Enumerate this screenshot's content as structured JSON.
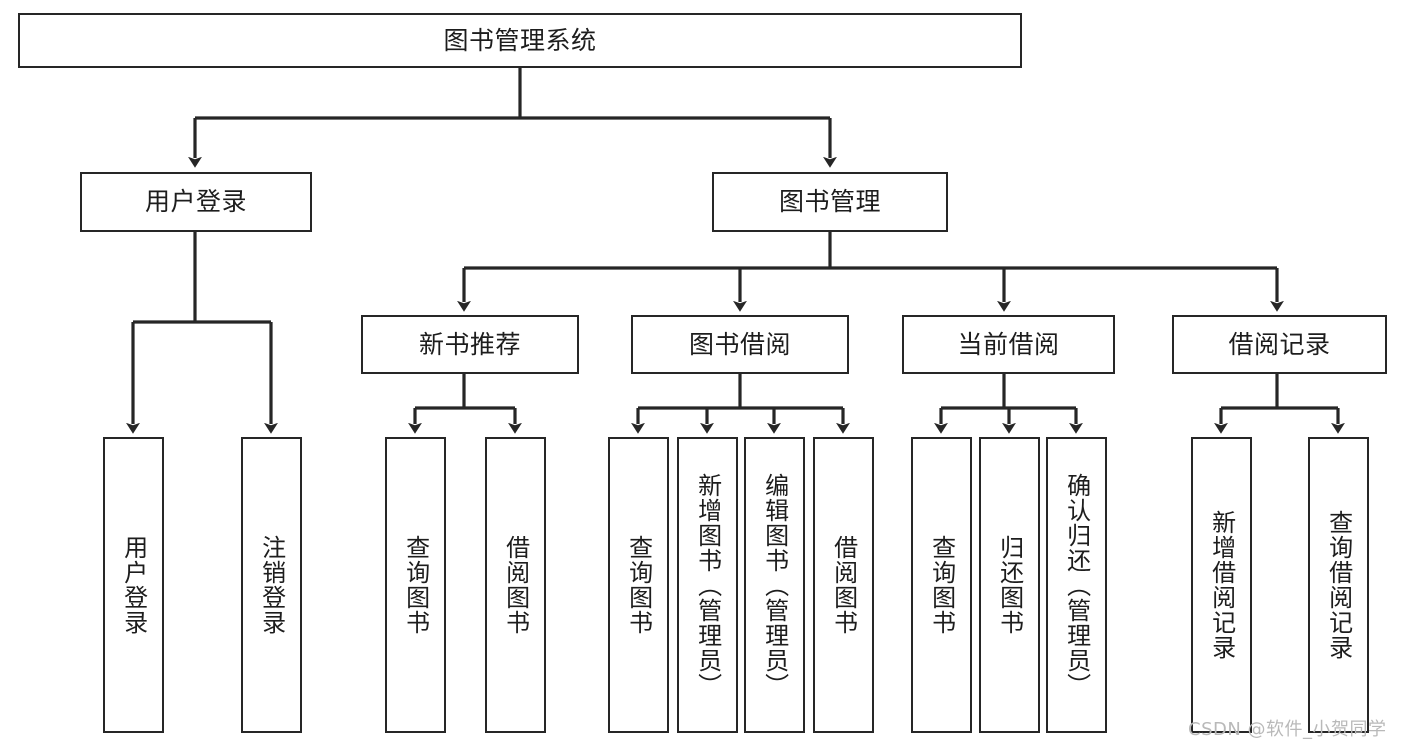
{
  "diagram": {
    "type": "tree",
    "title": "图书管理系统",
    "orientation": "top-down",
    "colors": {
      "box_border": "#262626",
      "box_fill": "#ffffff",
      "edge": "#262626",
      "text": "#1d1d1d",
      "watermark": "#b9b9b9"
    },
    "levels": {
      "level1": "root",
      "level2": "modules",
      "level3": "submodules",
      "level4": "leaf-functions"
    }
  },
  "nodes": {
    "root": {
      "id": "root",
      "label": "图书管理系统",
      "level": 1,
      "orientation": "horizontal"
    },
    "level2": [
      {
        "id": "user-login",
        "label": "用户登录",
        "level": 2,
        "orientation": "horizontal",
        "parent": "root"
      },
      {
        "id": "book-management",
        "label": "图书管理",
        "level": 2,
        "orientation": "horizontal",
        "parent": "root"
      }
    ],
    "level3": [
      {
        "id": "new-book-recommend",
        "label": "新书推荐",
        "level": 3,
        "orientation": "horizontal",
        "parent": "book-management"
      },
      {
        "id": "book-borrow",
        "label": "图书借阅",
        "level": 3,
        "orientation": "horizontal",
        "parent": "book-management"
      },
      {
        "id": "current-borrow",
        "label": "当前借阅",
        "level": 3,
        "orientation": "horizontal",
        "parent": "book-management"
      },
      {
        "id": "borrow-record",
        "label": "借阅记录",
        "level": 3,
        "orientation": "horizontal",
        "parent": "book-management"
      }
    ],
    "leaves": [
      {
        "id": "leaf-user-login",
        "label": "用户登录",
        "parent": "user-login",
        "orientation": "vertical"
      },
      {
        "id": "leaf-user-logout",
        "label": "注销登录",
        "parent": "user-login",
        "orientation": "vertical"
      },
      {
        "id": "leaf-query-book-1",
        "label": "查询图书",
        "parent": "new-book-recommend",
        "orientation": "vertical"
      },
      {
        "id": "leaf-borrow-book-1",
        "label": "借阅图书",
        "parent": "new-book-recommend",
        "orientation": "vertical"
      },
      {
        "id": "leaf-query-book-2",
        "label": "查询图书",
        "parent": "book-borrow",
        "orientation": "vertical"
      },
      {
        "id": "leaf-add-book",
        "label": "新增图书（管理员）",
        "parent": "book-borrow",
        "orientation": "vertical"
      },
      {
        "id": "leaf-edit-book",
        "label": "编辑图书（管理员）",
        "parent": "book-borrow",
        "orientation": "vertical"
      },
      {
        "id": "leaf-borrow-book-2",
        "label": "借阅图书",
        "parent": "book-borrow",
        "orientation": "vertical"
      },
      {
        "id": "leaf-query-book-3",
        "label": "查询图书",
        "parent": "current-borrow",
        "orientation": "vertical"
      },
      {
        "id": "leaf-return-book",
        "label": "归还图书",
        "parent": "current-borrow",
        "orientation": "vertical"
      },
      {
        "id": "leaf-confirm-return",
        "label": "确认归还（管理员）",
        "parent": "current-borrow",
        "orientation": "vertical"
      },
      {
        "id": "leaf-add-record",
        "label": "新增借阅记录",
        "parent": "borrow-record",
        "orientation": "vertical"
      },
      {
        "id": "leaf-query-record",
        "label": "查询借阅记录",
        "parent": "borrow-record",
        "orientation": "vertical"
      }
    ]
  },
  "watermark": {
    "text": "CSDN @软件_小贺同学"
  }
}
